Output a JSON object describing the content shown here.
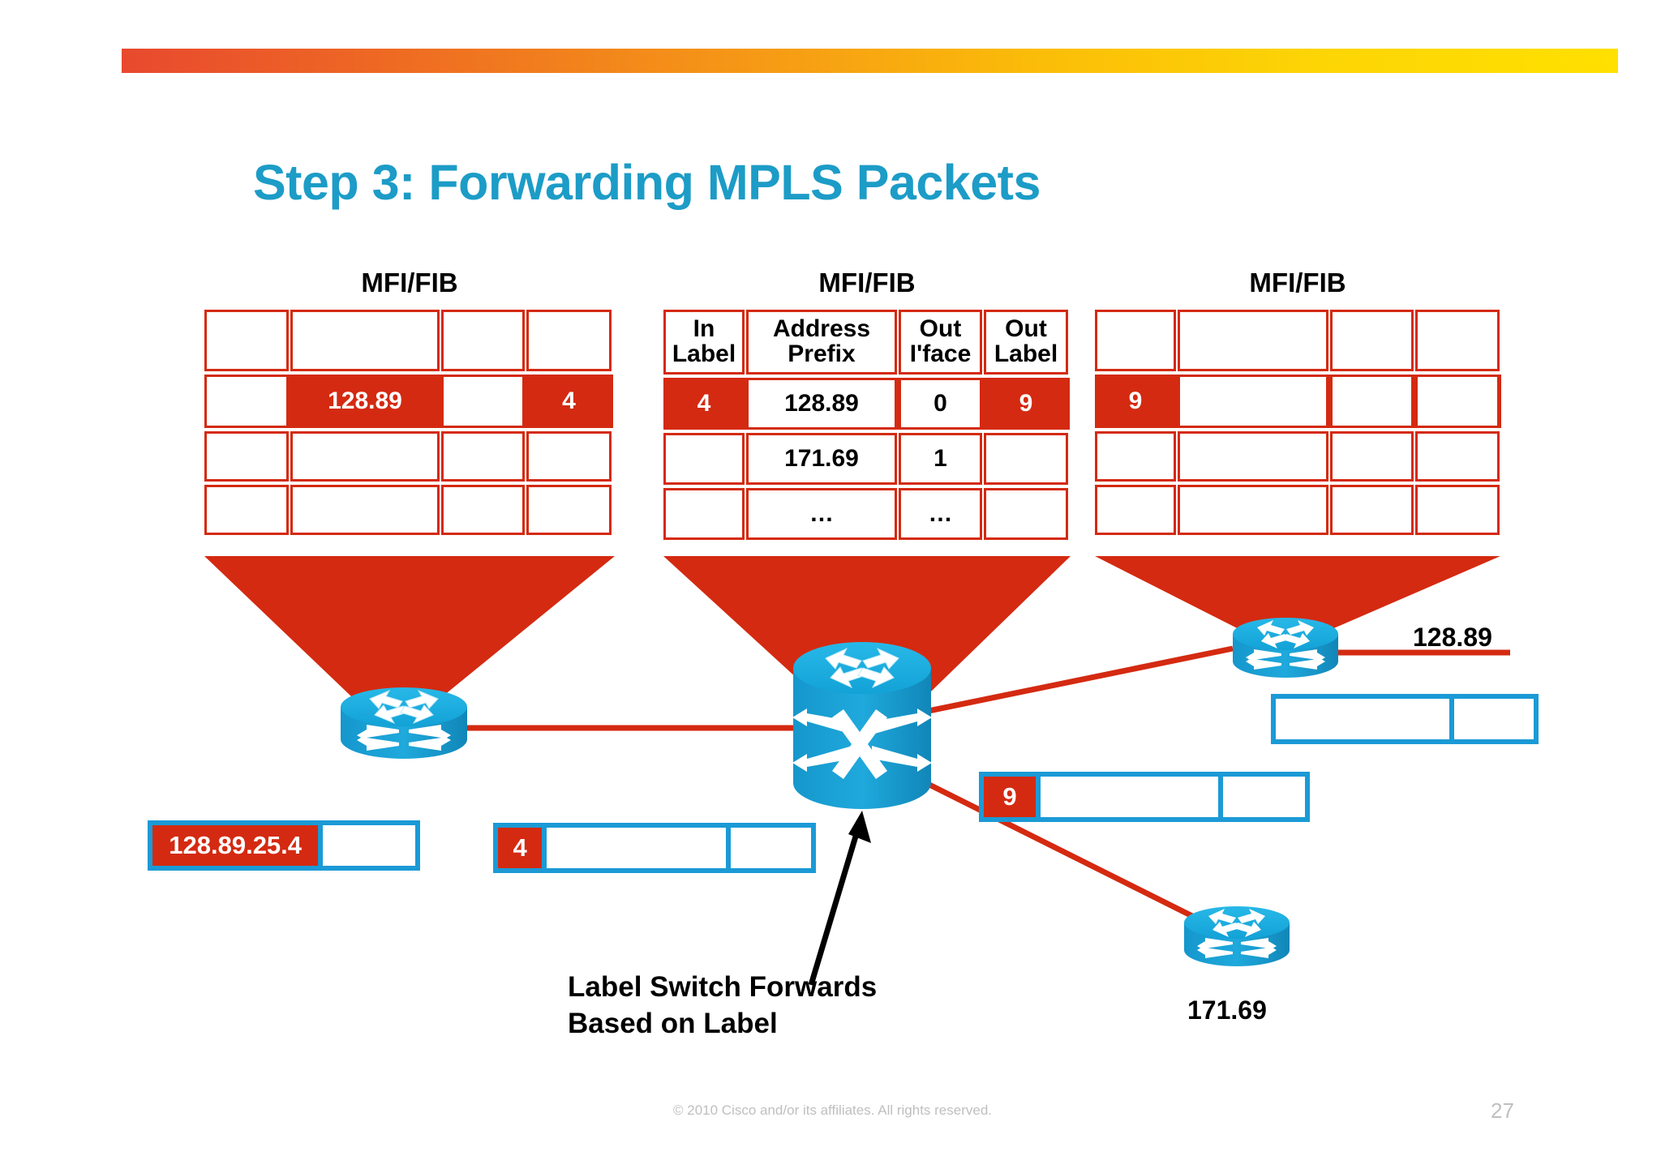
{
  "slide": {
    "title": "Step 3: Forwarding MPLS Packets",
    "title_color": "#1C9CC7",
    "accent_red": "#D42A11",
    "accent_blue": "#1B9AD6",
    "footer": "© 2010 Cisco and/or its affiliates. All rights reserved.",
    "page_number": "27"
  },
  "tables": [
    {
      "caption": "MFI/FIB",
      "has_header": false,
      "headers": [],
      "rows": [
        {
          "highlight": false,
          "cells": [
            "",
            "",
            "",
            ""
          ]
        },
        {
          "highlight": true,
          "cells": [
            "",
            "128.89",
            "",
            "4"
          ]
        },
        {
          "highlight": false,
          "cells": [
            "",
            "",
            "",
            ""
          ]
        },
        {
          "highlight": false,
          "cells": [
            "",
            "",
            "",
            ""
          ]
        }
      ]
    },
    {
      "caption": "MFI/FIB",
      "has_header": true,
      "headers": [
        "In Label",
        "Address Prefix",
        "Out I'face",
        "Out Label"
      ],
      "header_lines": [
        [
          "In",
          "Label"
        ],
        [
          "Address",
          "Prefix"
        ],
        [
          "Out",
          "I'face"
        ],
        [
          "Out",
          "Label"
        ]
      ],
      "rows": [
        {
          "highlight": true,
          "cells": [
            "4",
            "128.89",
            "0",
            "9"
          ]
        },
        {
          "highlight": false,
          "cells": [
            "",
            "171.69",
            "1",
            ""
          ]
        },
        {
          "highlight": false,
          "cells": [
            "",
            "…",
            "…",
            ""
          ]
        }
      ]
    },
    {
      "caption": "MFI/FIB",
      "has_header": false,
      "headers": [],
      "rows": [
        {
          "highlight": false,
          "cells": [
            "",
            "",
            "",
            ""
          ]
        },
        {
          "highlight": true,
          "cells": [
            "9",
            "",
            "",
            ""
          ]
        },
        {
          "highlight": false,
          "cells": [
            "",
            "",
            "",
            ""
          ]
        },
        {
          "highlight": false,
          "cells": [
            "",
            "",
            "",
            ""
          ]
        }
      ]
    }
  ],
  "packets": [
    {
      "name": "ip-packet-left",
      "segments": [
        {
          "text": "128.89.25.4",
          "red": true
        },
        {
          "text": "",
          "red": false
        }
      ]
    },
    {
      "name": "labeled-packet-in",
      "segments": [
        {
          "text": "4",
          "red": true
        },
        {
          "text": "",
          "red": false
        },
        {
          "text": "",
          "red": false
        }
      ]
    },
    {
      "name": "labeled-packet-out",
      "segments": [
        {
          "text": "9",
          "red": true
        },
        {
          "text": "",
          "red": false
        },
        {
          "text": "",
          "red": false
        }
      ]
    },
    {
      "name": "ip-packet-right",
      "segments": [
        {
          "text": "",
          "red": false
        },
        {
          "text": "",
          "red": false
        }
      ]
    }
  ],
  "network_labels": [
    {
      "name": "prefix-128-89",
      "text": "128.89"
    },
    {
      "name": "prefix-171-69",
      "text": "171.69"
    }
  ],
  "annotation": {
    "line1": "Label Switch Forwards",
    "line2": "Based on Label"
  },
  "devices": [
    {
      "name": "edge-router-left",
      "type": "router-icon"
    },
    {
      "name": "label-switch-center",
      "type": "switch-icon"
    },
    {
      "name": "edge-router-top-right",
      "type": "router-icon"
    },
    {
      "name": "edge-router-bottom-right",
      "type": "router-icon"
    }
  ]
}
